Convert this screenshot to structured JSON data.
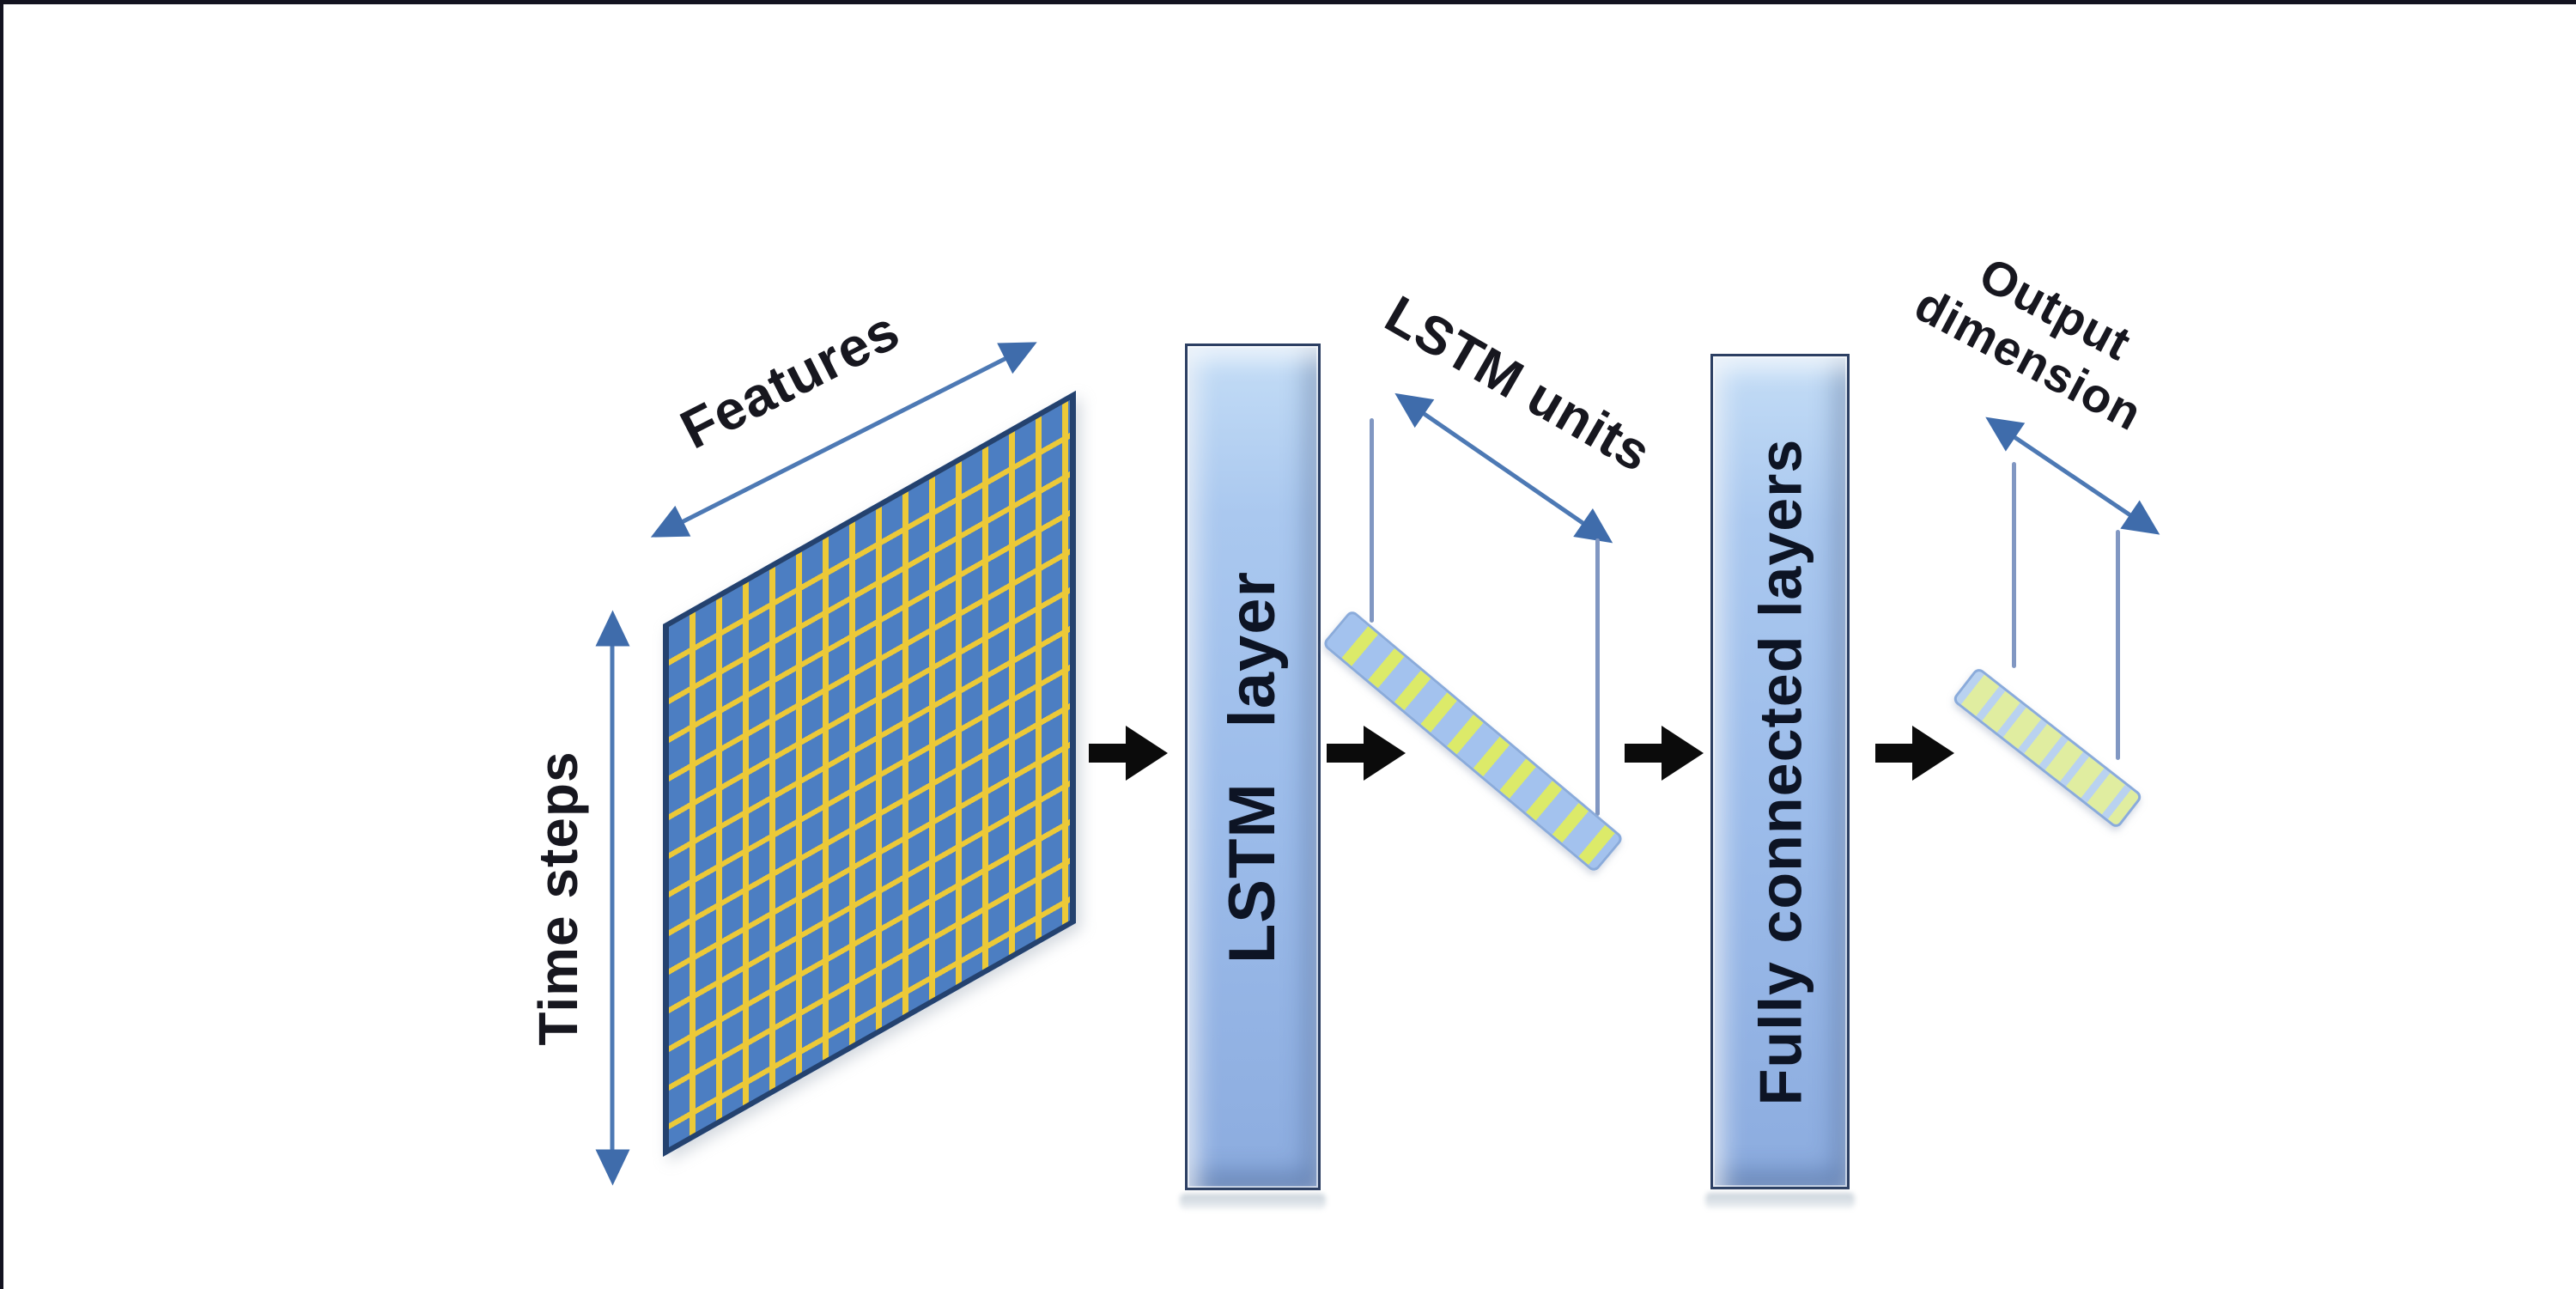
{
  "diagram": {
    "type": "lstm-network-architecture",
    "labels": {
      "features": "Features",
      "time_steps": "Time steps",
      "lstm_layer": "LSTM layer",
      "lstm_units": "LSTM units",
      "fully_connected": "Fully connected layers",
      "output_line1": "Output",
      "output_line2": "dimension"
    },
    "colors": {
      "grid_fill": "#4c7ec2",
      "grid_line": "#ecc938",
      "grid_border": "#24426f",
      "layer_bar_fill": "#a6c4ec",
      "layer_bar_border": "#2c3f63",
      "dimension_arrow": "#4d79b4",
      "flow_arrow": "#0b0b0b",
      "slab_stripe_yellow_green": "#dcea69",
      "slab_stripe_blue": "#a3c2ee",
      "frame": "#131320"
    }
  }
}
